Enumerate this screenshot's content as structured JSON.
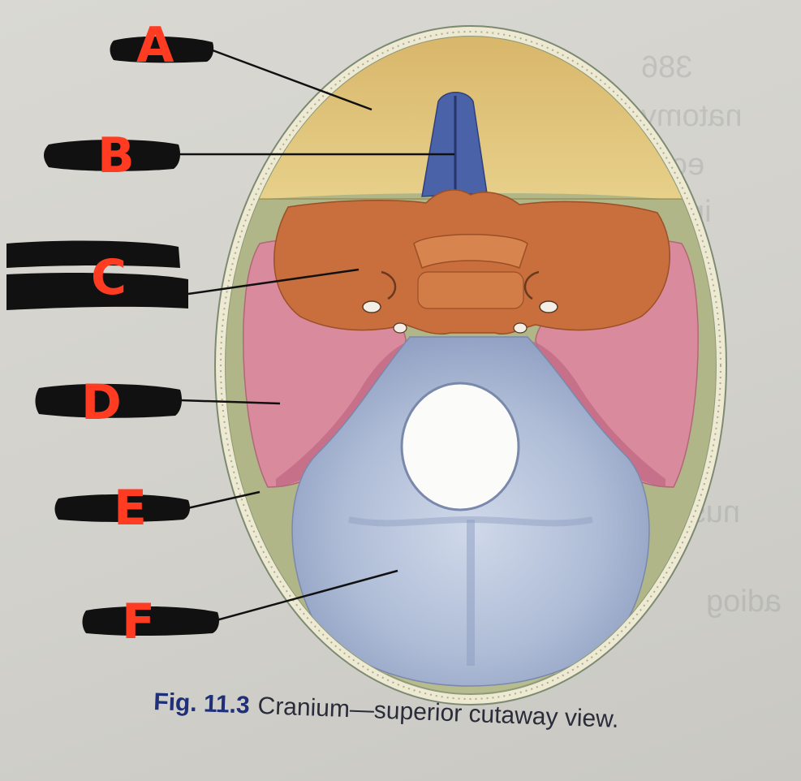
{
  "figure": {
    "caption_number": "Fig. 11.3",
    "caption_text": "Cranium—superior cutaway view."
  },
  "labels": [
    {
      "letter": "A"
    },
    {
      "letter": "B"
    },
    {
      "letter": "C"
    },
    {
      "letter": "D"
    },
    {
      "letter": "E"
    },
    {
      "letter": "F"
    }
  ],
  "colors": {
    "frontal": "#dfc37a",
    "ethmoid": "#4c63a8",
    "sphenoid": "#c96f3e",
    "temporal": "#d9889a",
    "parietal": "#aeb585",
    "occipital": "#a7b6d1",
    "label": "#ff3b22",
    "redaction": "#111111",
    "skull_rim": "#ebe8cf"
  }
}
